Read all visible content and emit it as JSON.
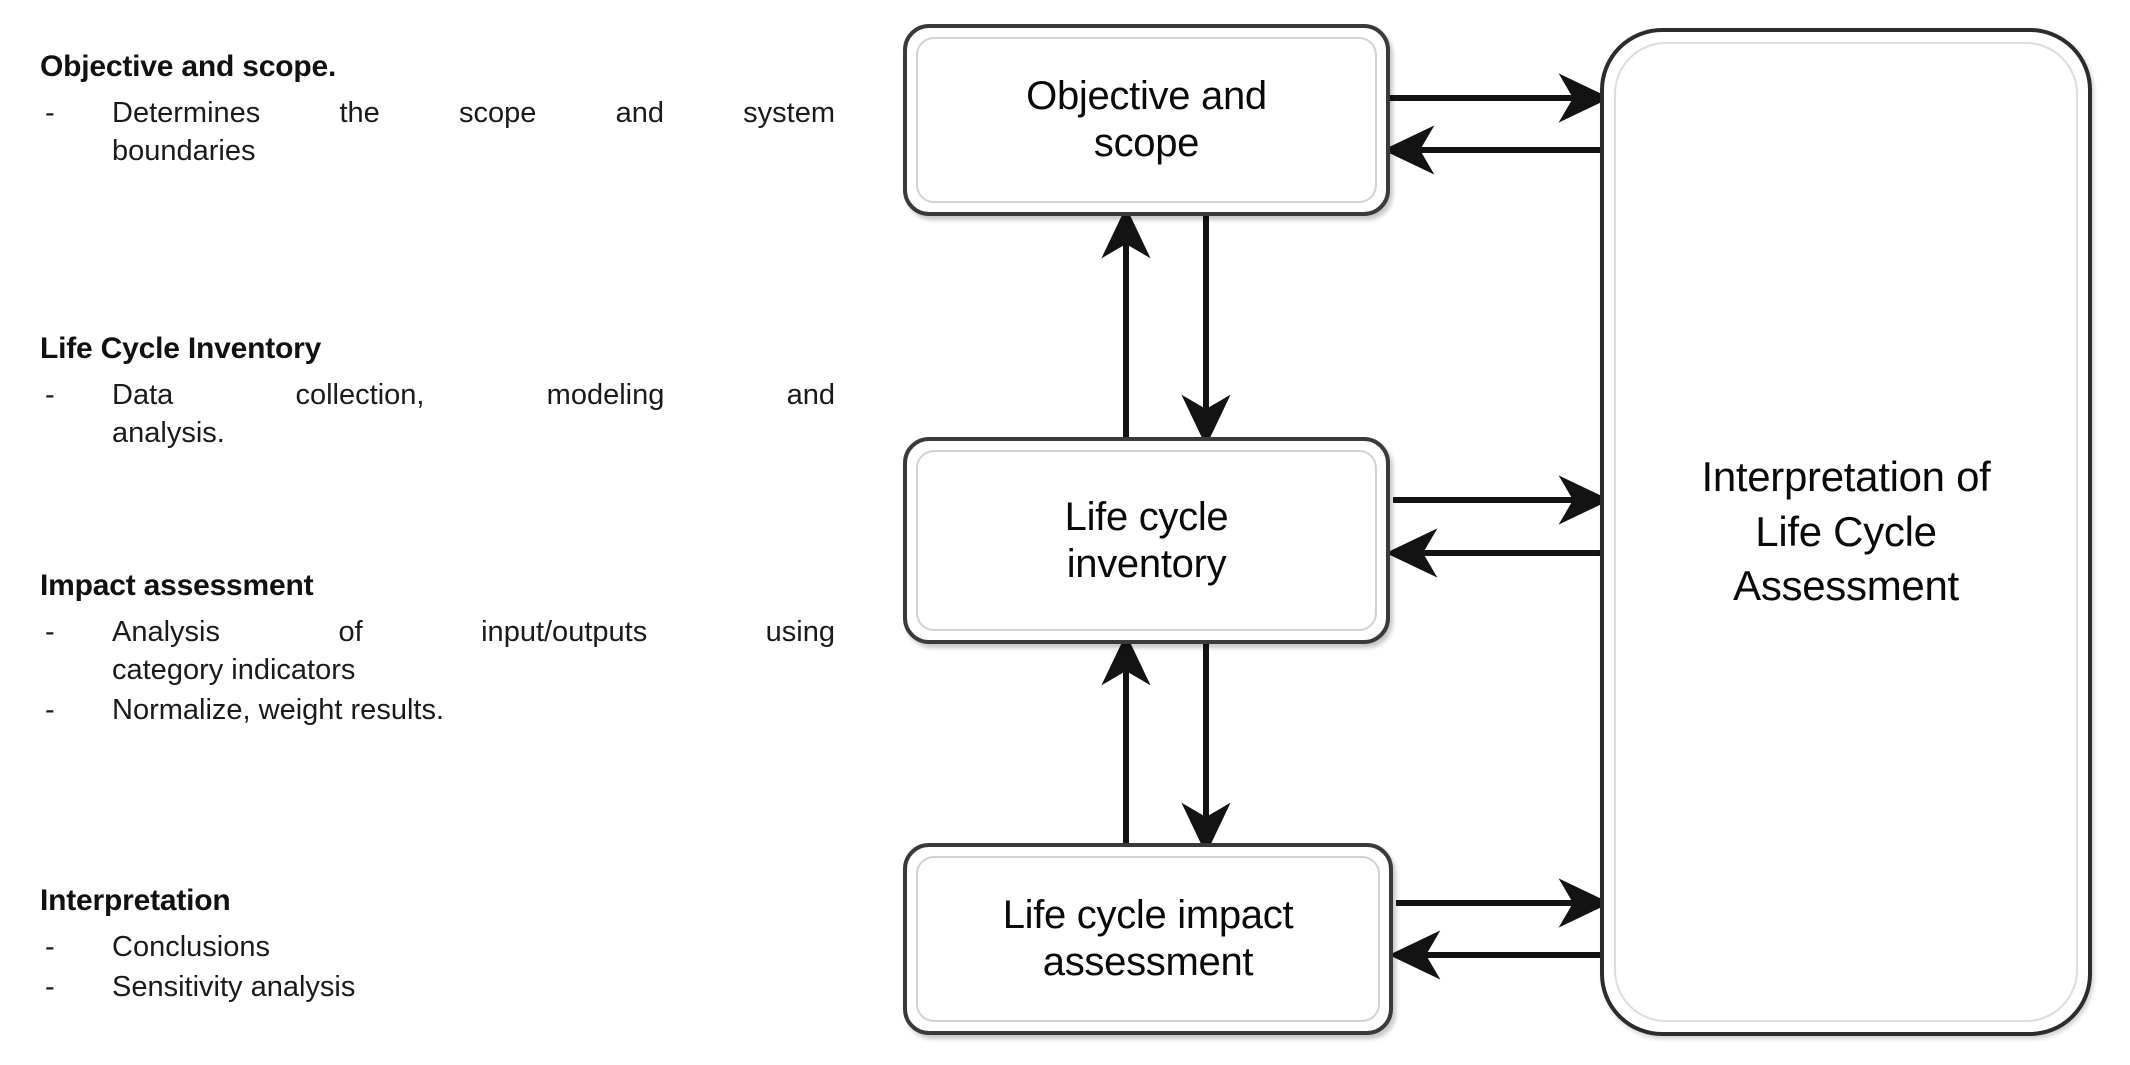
{
  "left_panel": {
    "sections": [
      {
        "title": "Objective and scope.",
        "bullets": [
          {
            "marker": "-",
            "text": "Determines the scope and system",
            "cont": "boundaries"
          }
        ]
      },
      {
        "title": "Life Cycle Inventory",
        "bullets": [
          {
            "marker": "-",
            "text": "Data collection, modeling and",
            "cont": "analysis."
          }
        ]
      },
      {
        "title": "Impact assessment",
        "bullets": [
          {
            "marker": "-",
            "text": "Analysis of input/outputs using",
            "cont": "category indicators"
          },
          {
            "marker": "-",
            "text": "Normalize, weight results.",
            "cont": ""
          }
        ]
      },
      {
        "title": "Interpretation",
        "bullets": [
          {
            "marker": "-",
            "text": "Conclusions",
            "cont": ""
          },
          {
            "marker": "-",
            "text": "Sensitivity analysis",
            "cont": ""
          }
        ]
      }
    ]
  },
  "diagram": {
    "boxes": {
      "objective": {
        "line1": "Objective and",
        "line2": "scope"
      },
      "inventory": {
        "line1": "Life cycle",
        "line2": "inventory"
      },
      "impact": {
        "line1": "Life cycle impact",
        "line2": "assessment"
      },
      "interpretation": {
        "line1": "Interpretation of",
        "line2": "Life Cycle",
        "line3": "Assessment"
      }
    },
    "connectors": [
      {
        "name": "objective-to-interpretation",
        "direction": "right",
        "from": "objective",
        "to": "interpretation"
      },
      {
        "name": "interpretation-to-objective",
        "direction": "left",
        "from": "interpretation",
        "to": "objective"
      },
      {
        "name": "inventory-to-interpretation",
        "direction": "right",
        "from": "inventory",
        "to": "interpretation"
      },
      {
        "name": "interpretation-to-inventory",
        "direction": "left",
        "from": "interpretation",
        "to": "inventory"
      },
      {
        "name": "impact-to-interpretation",
        "direction": "right",
        "from": "impact",
        "to": "interpretation"
      },
      {
        "name": "interpretation-to-impact",
        "direction": "left",
        "from": "interpretation",
        "to": "impact"
      },
      {
        "name": "inventory-to-objective",
        "direction": "up",
        "from": "inventory",
        "to": "objective"
      },
      {
        "name": "objective-to-inventory",
        "direction": "down",
        "from": "objective",
        "to": "inventory"
      },
      {
        "name": "impact-to-inventory",
        "direction": "up",
        "from": "impact",
        "to": "inventory"
      },
      {
        "name": "inventory-to-impact",
        "direction": "down",
        "from": "inventory",
        "to": "impact"
      }
    ]
  },
  "colors": {
    "stroke": "#1a1a1a",
    "box_border": "#3a3a3a",
    "box_inner_border": "#d2d2d2",
    "background": "#ffffff",
    "text": "#0d0d0d"
  }
}
